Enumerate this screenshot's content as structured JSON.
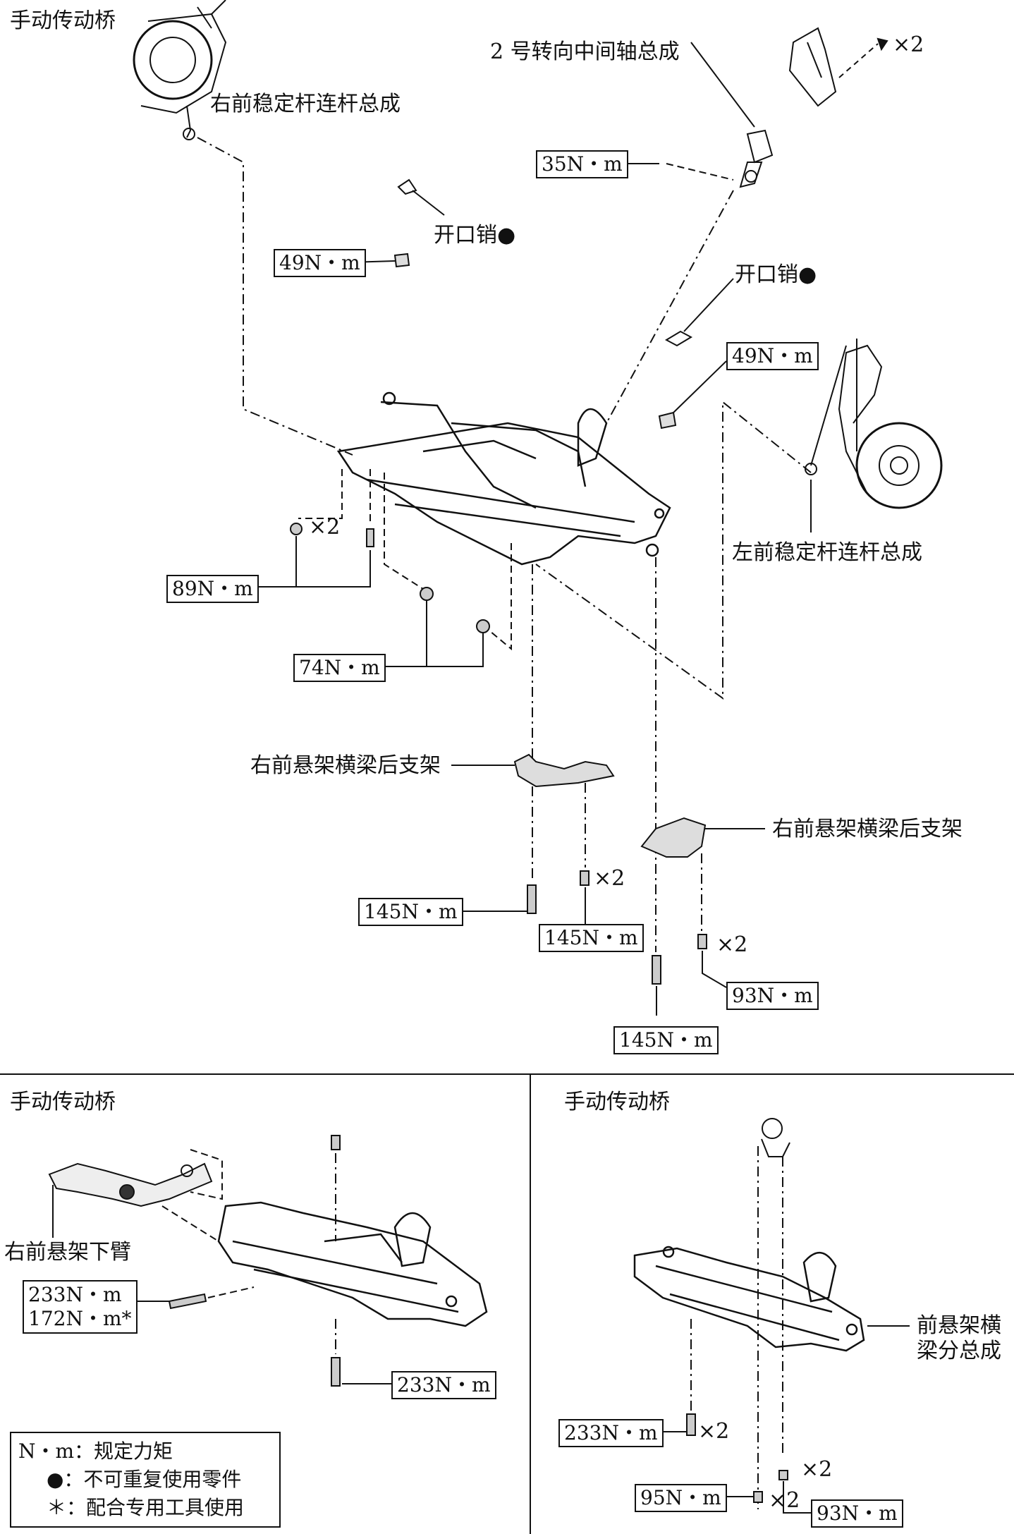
{
  "panels": {
    "top": {
      "title": "手动传动桥"
    },
    "bottom_left": {
      "title": "手动传动桥"
    },
    "bottom_right": {
      "title": "手动传动桥"
    }
  },
  "parts": {
    "right_stabilizer_link": "右前稳定杆连杆总成",
    "left_stabilizer_link": "左前稳定杆连杆总成",
    "intermediate_shaft": "2 号转向中间轴总成",
    "cotter_pin_1": "开口销●",
    "cotter_pin_2": "开口销●",
    "rear_bracket_left": "右前悬架横梁后支架",
    "rear_bracket_right": "右前悬架横梁后支架",
    "lower_arm": "右前悬架下臂",
    "crossmember": "前悬架横梁分总成",
    "crossmember_line1": "前悬架横",
    "crossmember_line2": "梁分总成"
  },
  "torques": {
    "t35": "35N・m",
    "t49a": "49N・m",
    "t49b": "49N・m",
    "t89": "89N・m",
    "t74": "74N・m",
    "t145a": "145N・m",
    "t145b": "145N・m",
    "t145c": "145N・m",
    "t93a": "93N・m",
    "t233a_1": "233N・m",
    "t233a_2": "172N・m*",
    "t233b": "233N・m",
    "t233c": "233N・m",
    "t95": "95N・m",
    "t93b": "93N・m"
  },
  "quantities": {
    "q_clip": "×2",
    "q_89": "×2",
    "q_145b": "×2",
    "q_93a": "×2",
    "q_233c": "×2",
    "q_95": "×2",
    "q_93b": "×2"
  },
  "legend": {
    "line1": "N・m：规定力矩",
    "line2": "●：不可重复使用零件",
    "line3": "＊：配合专用工具使用"
  }
}
